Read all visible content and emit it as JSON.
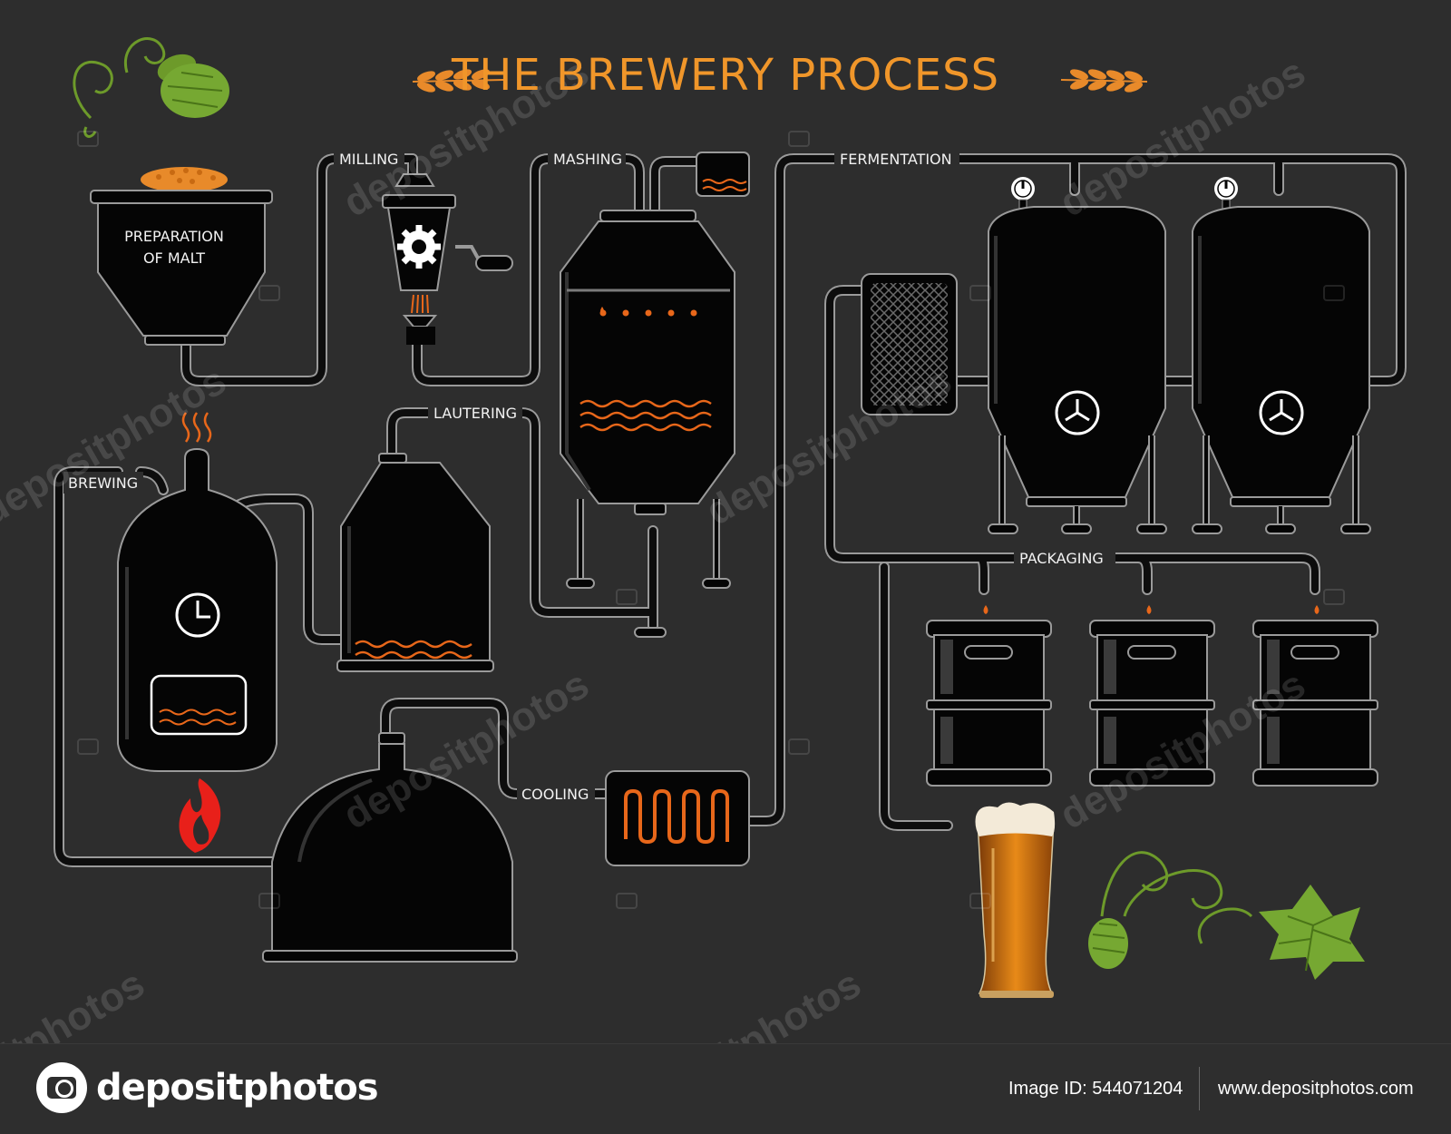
{
  "title": "THE BREWERY PROCESS",
  "steps": {
    "milling": "MILLING",
    "mashing": "MASHING",
    "fermentation": "FERMENTATION",
    "preparation_line1": "PREPARATION",
    "preparation_line2": "OF MALT",
    "lautering": "LAUTERING",
    "brewing": "BREWING",
    "packaging": "PACKAGING",
    "cooling": "COOLING"
  },
  "watermark_text": "depositphotos",
  "footer": {
    "brand": "depositphotos",
    "image_id": "Image ID: 544071204",
    "website": "www.depositphotos.com"
  },
  "colors": {
    "background": "#2d2d2d",
    "accent": "#f0962a",
    "wave": "#e8671a",
    "tank": "#050505",
    "pipe": "#0d0d0d",
    "pipe_outline": "#9a9a9a",
    "hop": "#6d9a2a",
    "flame": "#e8201a"
  },
  "icons": [
    "wheat-icon",
    "hop-cone-icon",
    "gear-icon",
    "clock-icon",
    "pressure-gauge-icon",
    "fan-icon",
    "flame-icon",
    "beer-glass-icon",
    "hop-leaf-icon",
    "camera-icon"
  ]
}
